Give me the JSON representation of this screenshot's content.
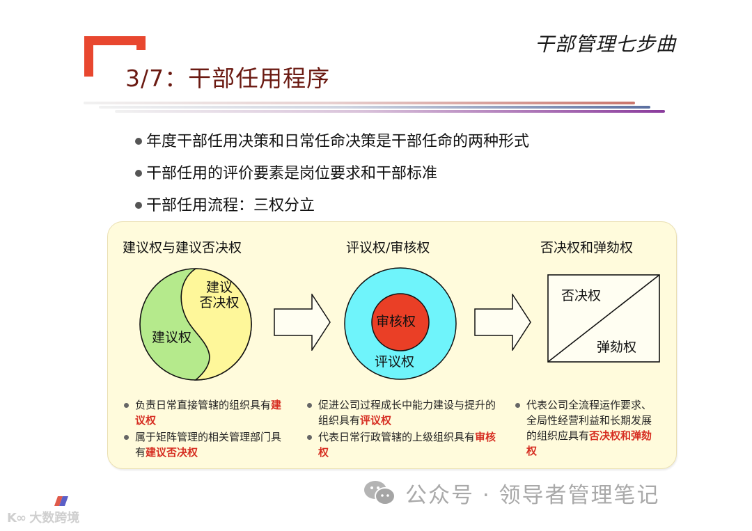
{
  "header": {
    "title": "3/7：干部任用程序",
    "subtitle": "干部管理七步曲",
    "accent_color": "#e8472f"
  },
  "bullets": [
    {
      "text": "年度干部任用决策和日常任命决策是干部任命的两种形式"
    },
    {
      "text": "干部任用的评价要素是岗位要求和干部标准"
    },
    {
      "text": "干部任用流程：三权分立"
    }
  ],
  "panel": {
    "background": "#fffbdc",
    "columns": [
      {
        "title": "建议权与建议否决权",
        "figure": {
          "type": "yin-yang",
          "left_label": "建议权",
          "right_label_line1": "建议",
          "right_label_line2": "否决权",
          "left_color": "#b5ea8c",
          "right_color": "#fef79a"
        },
        "items": [
          {
            "text": "负责日常直接管辖的组织具有",
            "highlight": "建议权"
          },
          {
            "text": "属于矩阵管理的相关管理部门具有",
            "highlight": "建议否决权"
          }
        ]
      },
      {
        "title": "评议权/审核权",
        "figure": {
          "type": "concentric-circles",
          "inner_label": "审核权",
          "outer_label": "评议权",
          "inner_color": "#ea3f26",
          "outer_color": "#6ff4fb"
        },
        "items": [
          {
            "text": "促进公司过程成长中能力建设与提升的组织具有",
            "highlight": "评议权"
          },
          {
            "text": "代表日常行政管辖的上级组织具有",
            "highlight": "审核权"
          }
        ]
      },
      {
        "title": "否决权和弹劾权",
        "figure": {
          "type": "split-rectangle",
          "top_label": "否决权",
          "bottom_label": "弹劾权"
        },
        "items": [
          {
            "text": "代表公司全流程运作要求、全局性经营利益和长期发展的组织应具有",
            "highlight": "否决权和弹劾权"
          }
        ]
      }
    ],
    "highlight_color": "#d62e22"
  },
  "watermarks": {
    "wechat": "公众号 · 领导者管理笔记",
    "logo": "大数跨境"
  }
}
